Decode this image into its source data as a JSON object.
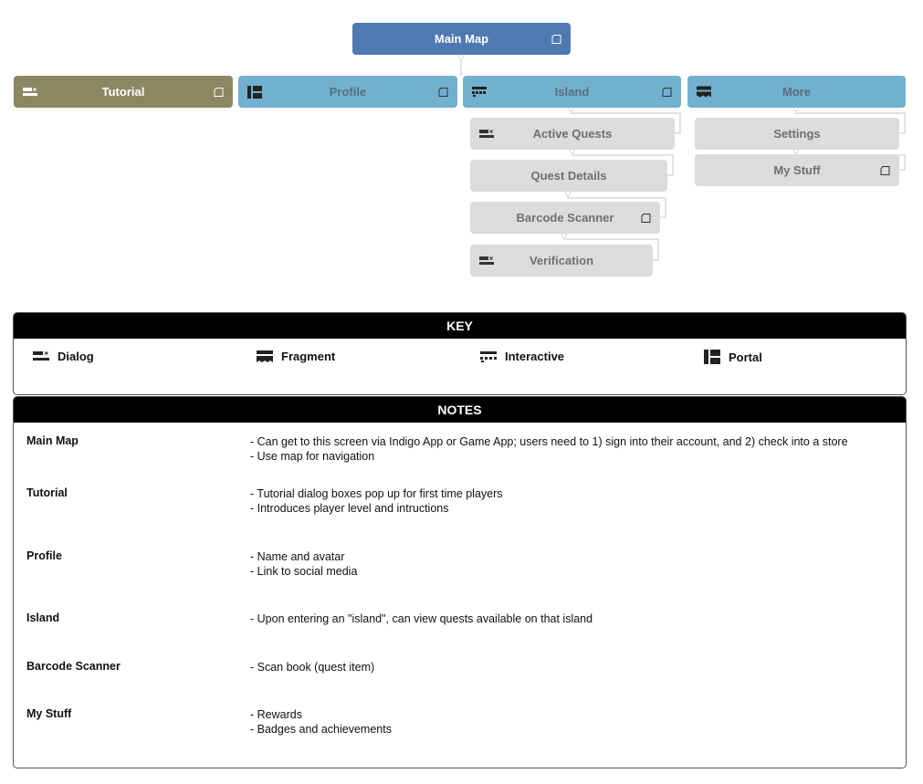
{
  "map": {
    "root": {
      "label": "Main Map"
    },
    "top": [
      {
        "label": "Tutorial",
        "type": "dialog"
      },
      {
        "label": "Profile",
        "type": "portal"
      },
      {
        "label": "Island",
        "type": "interactive"
      },
      {
        "label": "More",
        "type": "fragment"
      }
    ],
    "island_children": [
      {
        "label": "Active Quests",
        "type": "dialog"
      },
      {
        "label": "Quest Details",
        "type": ""
      },
      {
        "label": "Barcode Scanner",
        "type": ""
      },
      {
        "label": "Verification",
        "type": "dialog"
      }
    ],
    "more_children": [
      {
        "label": "Settings",
        "type": ""
      },
      {
        "label": "My Stuff",
        "type": ""
      }
    ]
  },
  "key": {
    "title": "KEY",
    "items": [
      {
        "label": "Dialog",
        "icon": "dialog-icon"
      },
      {
        "label": "Fragment",
        "icon": "fragment-icon"
      },
      {
        "label": "Interactive",
        "icon": "interactive-icon"
      },
      {
        "label": "Portal",
        "icon": "portal-icon"
      }
    ]
  },
  "notes": {
    "title": "NOTES",
    "rows": [
      {
        "title": "Main Map",
        "lines": [
          "- Can get to this screen via Indigo App or Game App; users need to 1) sign into their account, and 2) check into a store",
          "- Use map for navigation"
        ]
      },
      {
        "title": "Tutorial",
        "lines": [
          "- Tutorial dialog boxes pop up for first time players",
          "- Introduces player level and intructions"
        ]
      },
      {
        "title": "Profile",
        "lines": [
          "- Name and avatar",
          "- Link to social media"
        ]
      },
      {
        "title": "Island",
        "lines": [
          "- Upon entering an \"island\", can view quests available on that island"
        ]
      },
      {
        "title": "Barcode Scanner",
        "lines": [
          "- Scan book (quest item)"
        ]
      },
      {
        "title": "My Stuff",
        "lines": [
          "- Rewards",
          "- Badges and achievements"
        ]
      }
    ]
  },
  "colors": {
    "root": "#4f79b1",
    "section": "#72b0d0",
    "dialog_section": "#8c8762",
    "child": "#dcdcdc",
    "connector": "#d8d8d8"
  }
}
